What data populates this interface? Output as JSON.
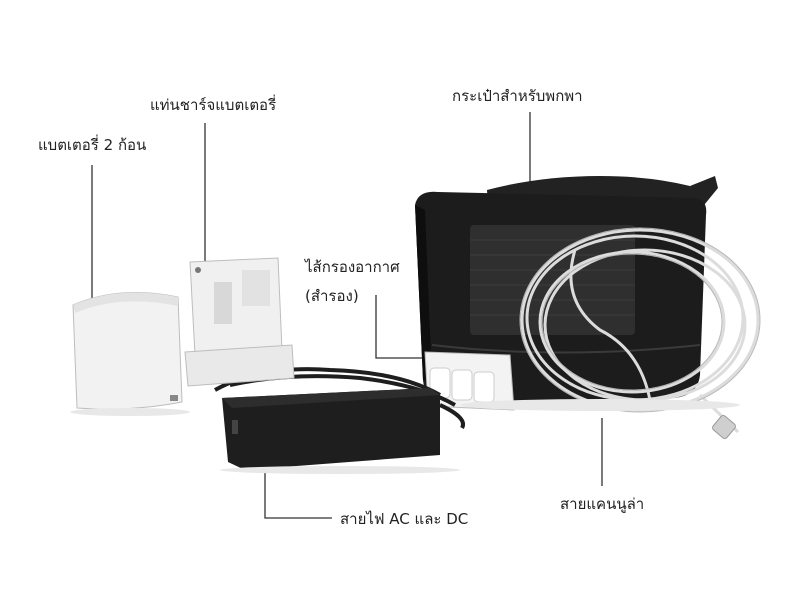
{
  "labels": {
    "batteries": "แบตเตอรี่ 2 ก้อน",
    "charger": "แท่นชาร์จแบตเตอรี่",
    "bag": "กระเป๋าสำหรับพกพา",
    "filter_line1": "ไส้กรองอากาศ",
    "filter_line2": "(สำรอง)",
    "cable": "สายไฟ AC และ DC",
    "cannula": "สายแคนนูล่า"
  },
  "colors": {
    "background": "#ffffff",
    "leader_line": "#333333",
    "bag": "#1c1c1c",
    "battery": "#f2f2f2",
    "adapter": "#1e1e1e",
    "tubing": "#dcdcdc"
  }
}
